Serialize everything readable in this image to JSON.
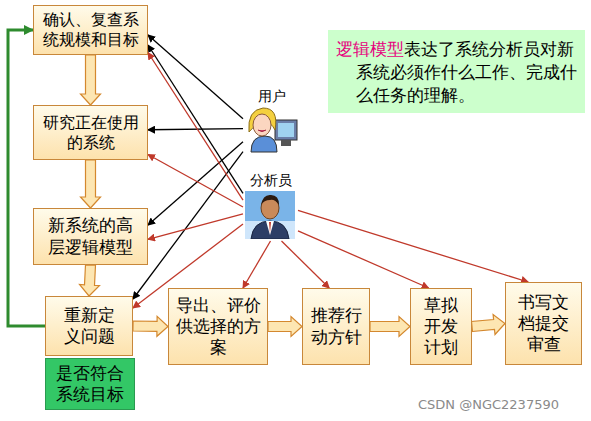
{
  "diagram": {
    "nodes": [
      {
        "text": [
          "确认、复查系统规模和目标"
        ]
      },
      {
        "text": [
          "研究正在使用的系统"
        ]
      },
      {
        "text": [
          "新系统的高层逻辑模型"
        ]
      },
      {
        "text": [
          "重新定义问题"
        ]
      },
      {
        "text": [
          "是否符合系统目标"
        ]
      },
      {
        "text": [
          "导出、评价供选择的方案"
        ]
      },
      {
        "text": [
          "推荐行动方针"
        ]
      },
      {
        "text": [
          "草拟开发计划"
        ]
      },
      {
        "text": [
          "书写文档提交审查"
        ]
      },
      {
        "text": [
          "用户"
        ]
      },
      {
        "text": [
          "分析员"
        ]
      },
      {
        "text": [
          "逻辑模型",
          "表达了系统分析员对新系统必须作什么工作、完成什么任务的理解。"
        ]
      }
    ],
    "edges": [
      {
        "from": 0,
        "to": 1,
        "arrow": "to"
      },
      {
        "from": 1,
        "to": 2,
        "arrow": "to"
      },
      {
        "from": 2,
        "to": 3,
        "arrow": "to"
      },
      {
        "from": 3,
        "to": 5,
        "arrow": "to"
      },
      {
        "from": 5,
        "to": 6,
        "arrow": "to"
      },
      {
        "from": 6,
        "to": 7,
        "arrow": "to"
      },
      {
        "from": 7,
        "to": 8,
        "arrow": "to"
      },
      {
        "from": 3,
        "to": 0,
        "arrow": "to"
      },
      {
        "from": 9,
        "to": 0,
        "arrow": "to"
      },
      {
        "from": 9,
        "to": 1,
        "arrow": "to"
      },
      {
        "from": 9,
        "to": 2,
        "arrow": "to"
      },
      {
        "from": 9,
        "to": 3,
        "arrow": "to"
      },
      {
        "from": 10,
        "to": 0,
        "arrow": "to"
      },
      {
        "from": 10,
        "to": 0,
        "arrow": "to"
      },
      {
        "from": 10,
        "to": 1,
        "arrow": "to"
      },
      {
        "from": 10,
        "to": 2,
        "arrow": "to"
      },
      {
        "from": 10,
        "to": 3,
        "arrow": "to"
      },
      {
        "from": 10,
        "to": 5,
        "arrow": "to"
      },
      {
        "from": 10,
        "to": 6,
        "arrow": "to"
      },
      {
        "from": 10,
        "to": 7,
        "arrow": "to"
      },
      {
        "from": 10,
        "to": 8,
        "arrow": "to"
      }
    ],
    "labels": [
      "CSDN @NGC2237590"
    ]
  }
}
